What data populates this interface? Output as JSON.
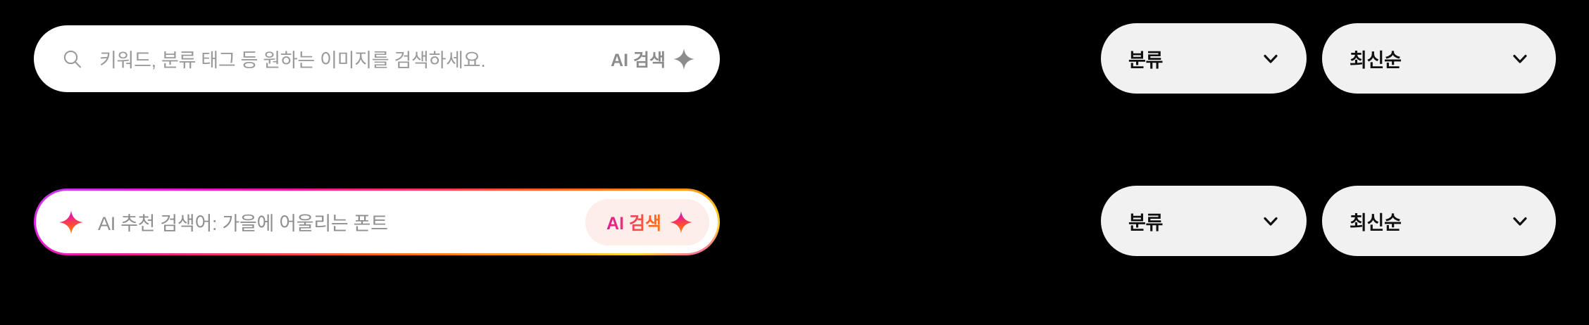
{
  "theme": {
    "background": "#000000",
    "surface": "#ffffff",
    "pill_surface": "#f1f1f1",
    "chip_surface": "#fdeeea",
    "placeholder_text": "#9a9a9a",
    "label_text": "#111111",
    "ai_gray": "#8c8c8c",
    "gradient_start": "#c13ef5",
    "gradient_mid": "#f0169f",
    "gradient_end": "#ffd92b"
  },
  "rows": [
    {
      "id": "basic",
      "search": {
        "icon": "search-icon",
        "placeholder": "키워드, 분류 태그 등 원하는 이미지를 검색하세요.",
        "value": "",
        "ai_button": {
          "label": "AI 검색",
          "icon": "sparkle-icon",
          "style": "plain"
        }
      },
      "filters": [
        {
          "name": "category",
          "label": "분류",
          "icon": "chevron-down-icon"
        },
        {
          "name": "sort",
          "label": "최신순",
          "icon": "chevron-down-icon"
        }
      ]
    },
    {
      "id": "ai-suggestion",
      "search": {
        "icon": "sparkle-icon",
        "suggestion_text": "AI 추천 검색어: 가을에 어울리는 폰트",
        "ai_button": {
          "label": "AI 검색",
          "icon": "sparkle-icon",
          "style": "gradient-chip"
        }
      },
      "filters": [
        {
          "name": "category",
          "label": "분류",
          "icon": "chevron-down-icon"
        },
        {
          "name": "sort",
          "label": "최신순",
          "icon": "chevron-down-icon"
        }
      ]
    }
  ]
}
